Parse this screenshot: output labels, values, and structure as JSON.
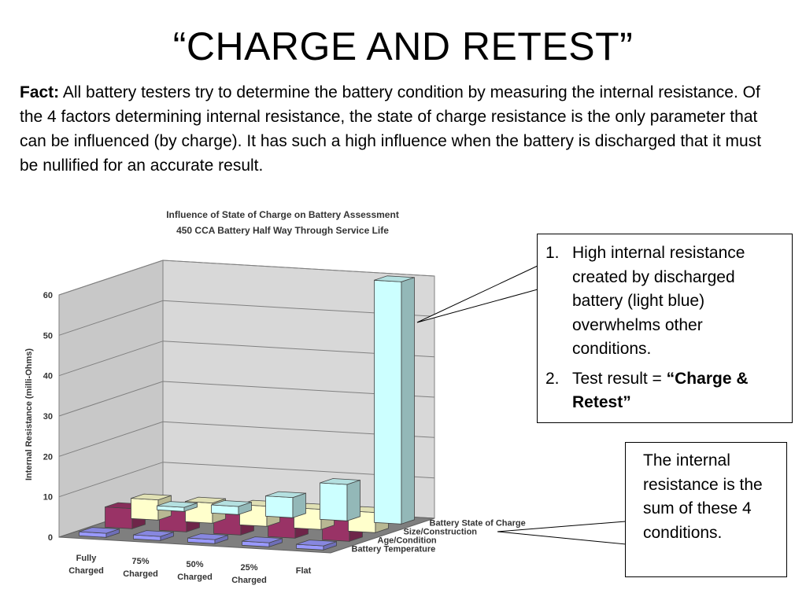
{
  "slide": {
    "title": "“CHARGE AND RETEST”",
    "fact_label": "Fact:",
    "fact_text": " All battery testers try to determine the battery condition by measuring the internal resistance. Of the 4 factors determining internal resistance, the state of charge resistance is the only parameter that can be influenced (by charge). It has such a high influence when the battery is discharged that it must be nullified for an accurate result."
  },
  "callout1": {
    "items": [
      {
        "num": "1.",
        "text": "High internal resistance created by discharged battery (light blue) overwhelms other conditions.",
        "bold": ""
      },
      {
        "num": "2.",
        "text": "Test result = ",
        "bold": "“Charge & Retest”"
      }
    ]
  },
  "callout2": {
    "text": "The internal resistance is the sum of these 4 conditions."
  },
  "chart_data": {
    "type": "bar",
    "title": "Influence of State of Charge on Battery Assessment",
    "subtitle": "450 CCA Battery Half Way Through Service Life",
    "ylabel": "Internal Resistance (milli-Ohms)",
    "ylim": [
      0,
      60
    ],
    "yticks": [
      0,
      10,
      20,
      30,
      40,
      50,
      60
    ],
    "grid": true,
    "categories": [
      "Fully\nCharged",
      "75%\nCharged",
      "50%\nCharged",
      "25%\nCharged",
      "Flat"
    ],
    "series": [
      {
        "name": "Battery State of Charge",
        "color": "#ccffff",
        "values": [
          1,
          2,
          5,
          9,
          60
        ]
      },
      {
        "name": "Size/Construction",
        "color": "#ffffcc",
        "values": [
          5,
          5,
          5,
          5,
          5
        ]
      },
      {
        "name": "Age/Condition",
        "color": "#993366",
        "values": [
          5,
          5,
          5,
          5,
          5
        ]
      },
      {
        "name": "Battery Temperature",
        "color": "#9999ff",
        "values": [
          1,
          1,
          1,
          1,
          1
        ]
      }
    ]
  }
}
